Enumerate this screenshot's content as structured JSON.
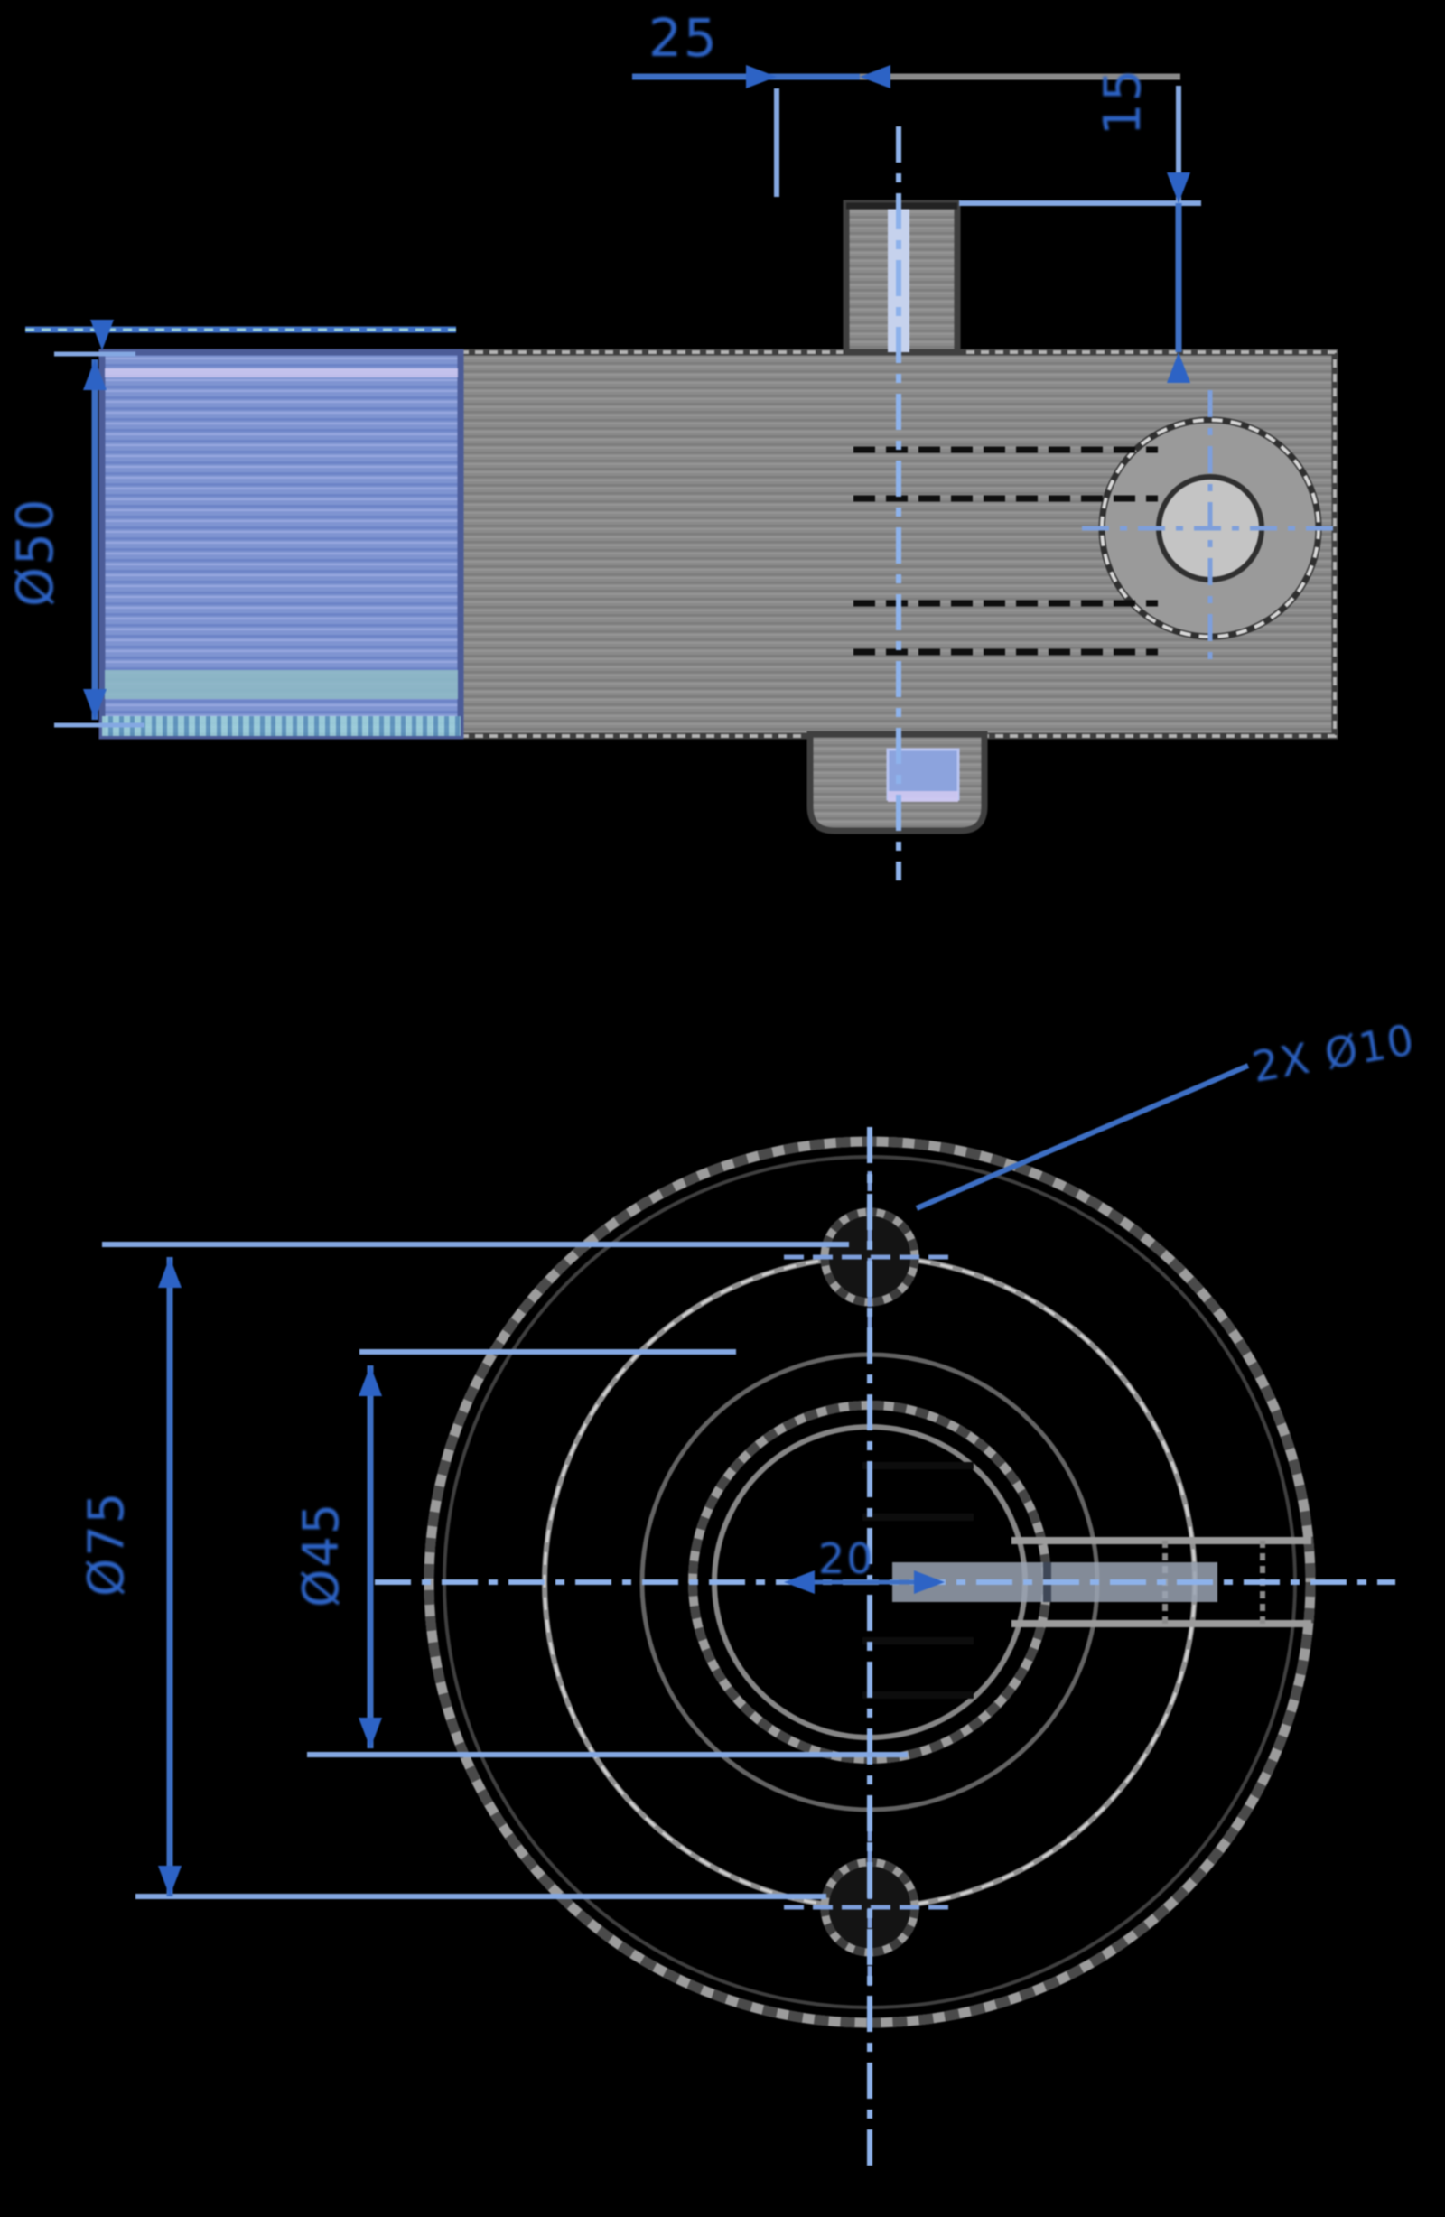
{
  "drawing": {
    "kind": "cad-section-drawing",
    "background": "#000000",
    "colors": {
      "body_gray": "#8b8b8b",
      "body_gray_dark": "#7c7c7c",
      "body_gray_light": "#959595",
      "selected_face_blue": "#8094ce",
      "selected_face_blue_dark": "#6d83c4",
      "selected_face_blue_light": "#9aa9dd",
      "slot_light": "#c7d2ec",
      "edge_dark": "#3f3f3f",
      "dimension_blue": "#3f6fc0",
      "extension_blue": "#86a8df",
      "centerline_blue": "#8fb2e8",
      "hidden_line_black": "#0e0e0e",
      "accent_teal": "#8fb8c4",
      "accent_lavender": "#cfc9ee",
      "hole_fill": "#141414"
    },
    "top_view": {
      "dimensions": {
        "boss_offset": "25",
        "boss_height": "15",
        "flange_height": "Ø50"
      }
    },
    "bottom_view": {
      "dimensions": {
        "bolt_spacing": "Ø75",
        "mid_span": "Ø45",
        "bore": "20",
        "hole_callout": "2X Ø10"
      }
    }
  }
}
